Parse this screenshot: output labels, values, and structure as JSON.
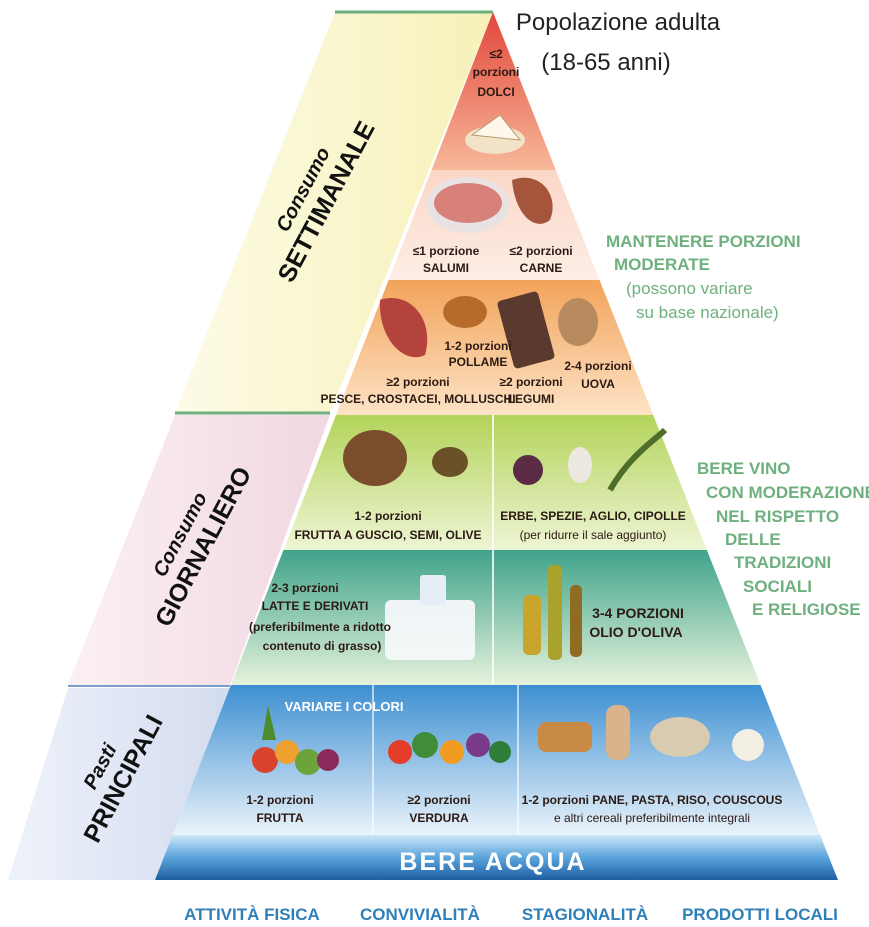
{
  "population": {
    "line1": "Popolazione adulta",
    "line2": "(18-65 anni)"
  },
  "side_labels": {
    "weekly": {
      "small": "Consumo",
      "big": "SETTIMANALE"
    },
    "daily": {
      "small": "Consumo",
      "big": "GIORNALIERO"
    },
    "main": {
      "small": "Pasti",
      "big": "PRINCIPALI"
    }
  },
  "right_notes": {
    "portions": [
      "MANTENERE PORZIONI",
      "MODERATE",
      "(possono variare",
      "su base nazionale)"
    ],
    "wine": [
      "BERE VINO",
      "CON MODERAZIONE",
      "NEL RISPETTO",
      "DELLE",
      "TRADIZIONI",
      "SOCIALI",
      "E RELIGIOSE"
    ]
  },
  "tiers": {
    "sweets": {
      "portion_line1": "≤2",
      "portion_line2": "porzioni",
      "food": "DOLCI"
    },
    "salumi": {
      "portion": "≤1 porzione",
      "food": "SALUMI"
    },
    "carne": {
      "portion": "≤2 porzioni",
      "food": "CARNE"
    },
    "pollame": {
      "portion": "1-2 porzioni",
      "food": "POLLAME"
    },
    "pesce": {
      "portion": "≥2 porzioni",
      "food": "PESCE, CROSTACEI, MOLLUSCHI"
    },
    "legumi": {
      "portion": "≥2 porzioni",
      "food": "LEGUMI"
    },
    "uova": {
      "portion": "2-4 porzioni",
      "food": "UOVA"
    },
    "frutta_guscio": {
      "portion": "1-2 porzioni",
      "food": "FRUTTA A GUSCIO, SEMI, OLIVE"
    },
    "erbe": {
      "food": "ERBE, SPEZIE, AGLIO, CIPOLLE",
      "note": "(per ridurre il sale aggiunto)"
    },
    "latte": {
      "portion": "2-3 porzioni",
      "food": "LATTE E DERIVATI",
      "note1": "(preferibilmente a ridotto",
      "note2": "contenuto di grasso)"
    },
    "olio": {
      "portion": "3-4 PORZIONI",
      "food": "OLIO D'OLIVA"
    },
    "variare": "VARIARE I COLORI",
    "frutta": {
      "portion": "1-2 porzioni",
      "food": "FRUTTA"
    },
    "verdura": {
      "portion": "≥2 porzioni",
      "food": "VERDURA"
    },
    "cereali": {
      "line1": "1-2 porzioni PANE, PASTA, RISO, COUSCOUS",
      "line2": "e altri cereali preferibilmente integrali"
    }
  },
  "base": "BERE ACQUA",
  "footer": [
    "ATTIVITÀ FISICA",
    "CONVIVIALITÀ",
    "STAGIONALITÀ",
    "PRODOTTI LOCALI"
  ],
  "colors": {
    "green_text": "#6fb07f",
    "footer_blue": "#2f7fb8",
    "water_blue": "#1f6fb0"
  }
}
